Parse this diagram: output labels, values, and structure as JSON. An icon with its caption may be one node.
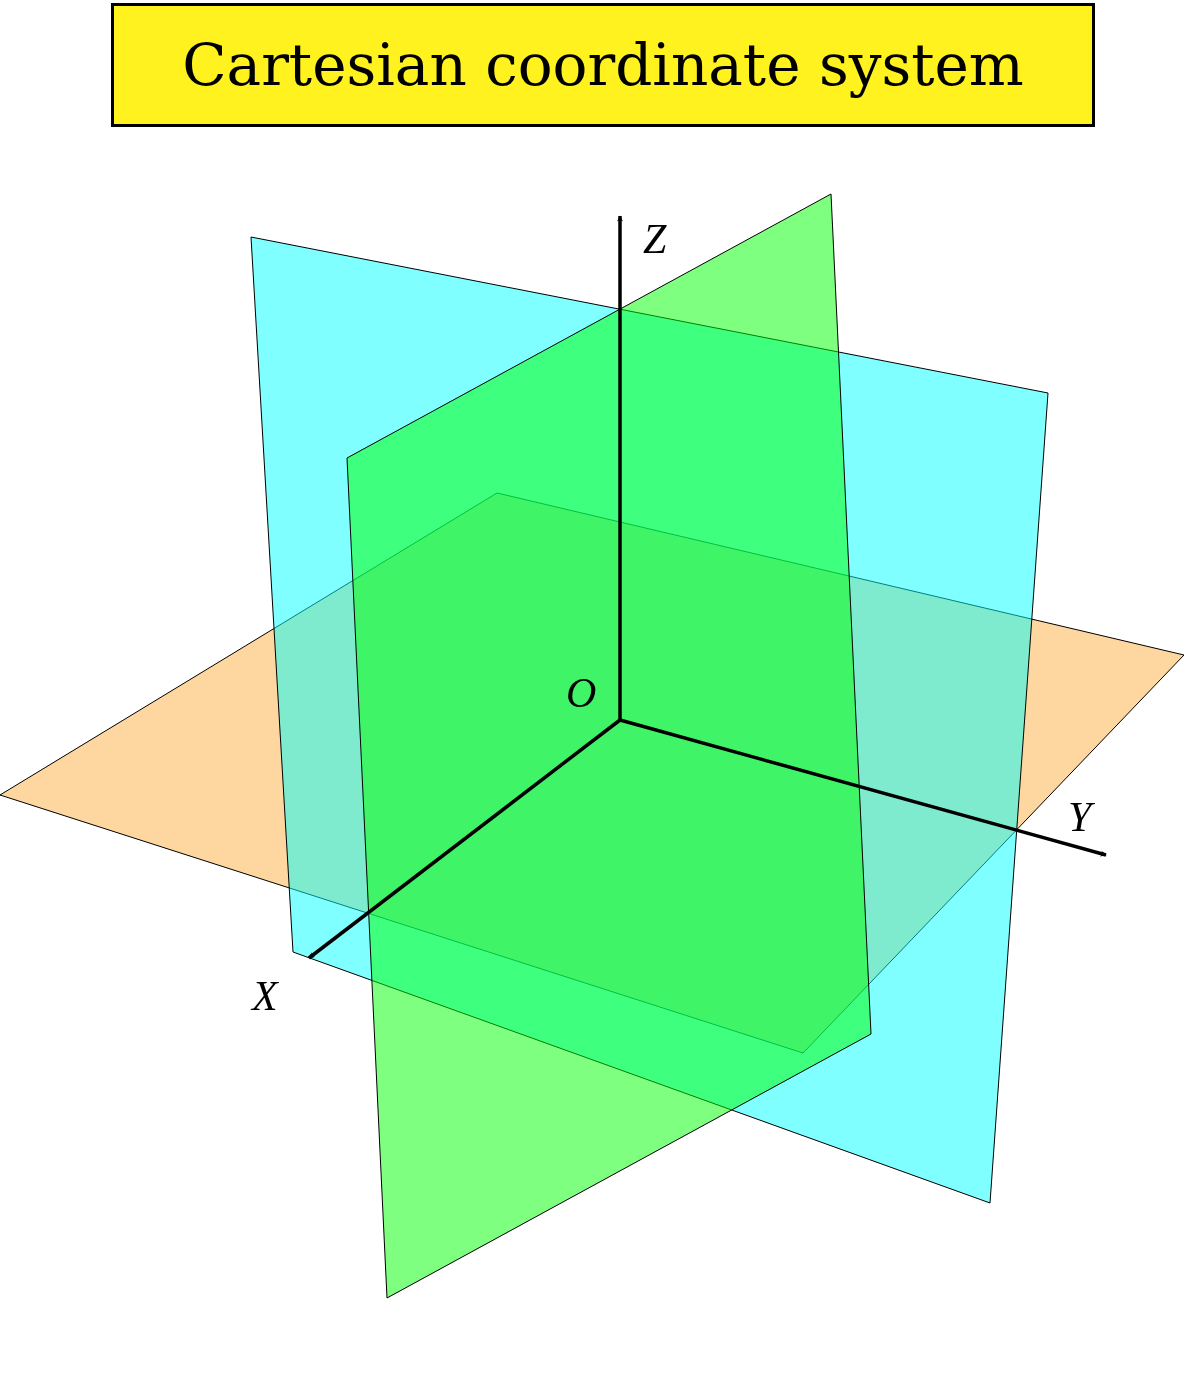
{
  "diagram": {
    "title": "Cartesian coordinate system",
    "labels": [
      "Z",
      "O",
      "Y",
      "X"
    ]
  }
}
